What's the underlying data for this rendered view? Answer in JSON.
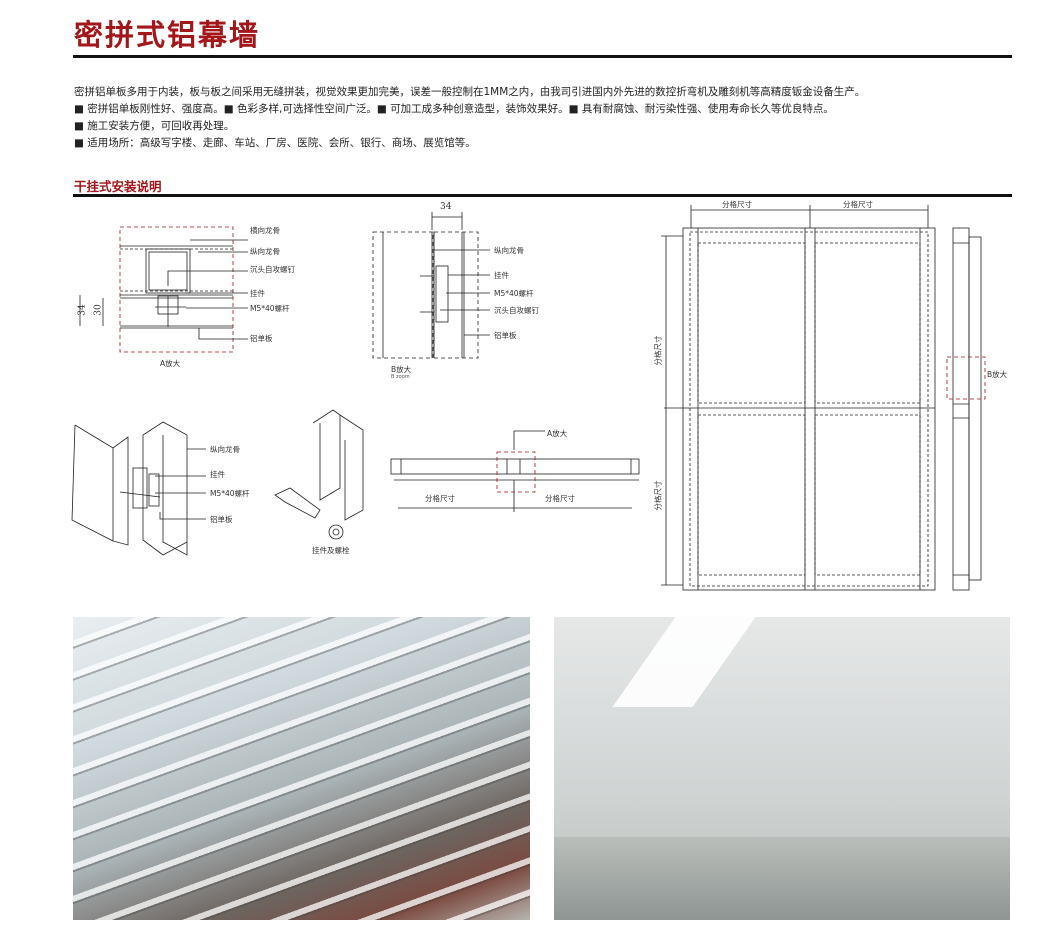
{
  "title": "密拼式铝幕墙",
  "intro": [
    "密拼铝单板多用于内装，板与板之间采用无缝拼装，视觉效果更加完美，误差一般控制在1MM之内，由我司引进国内外先进的数控折弯机及雕刻机等高精度钣金设备生产。",
    "■ 密拼铝单板刚性好、强度高。■ 色彩多样,可选择性空间广泛。■ 可加工成多种创意造型，装饰效果好。■ 具有耐腐蚀、耐污染性强、使用寿命长久等优良特点。",
    "■ 施工安装方便，可回收再处理。",
    "■ 适用场所：高级写字楼、走廊、车站、厂房、医院、会所、银行、商场、展览馆等。"
  ],
  "section_title": "干挂式安装说明",
  "diagram_a": {
    "labels": [
      "横向龙骨",
      "纵向龙骨",
      "沉头自攻螺钉",
      "挂件",
      "M5*40螺杆",
      "铝单板"
    ],
    "caption": "A放大",
    "dim_outer": "34",
    "dim_inner": "30"
  },
  "diagram_b": {
    "labels": [
      "纵向龙骨",
      "挂件",
      "M5*40螺杆",
      "沉头自攻螺钉",
      "铝单板"
    ],
    "caption": "B放大",
    "caption_en": "B zoom",
    "dim": "34"
  },
  "iso": {
    "labels": [
      "纵向龙骨",
      "挂件",
      "M5*40螺杆",
      "铝单板"
    ]
  },
  "parts": {
    "caption": "挂件及螺栓"
  },
  "section": {
    "callout": "A放大",
    "dims": [
      "分格尺寸",
      "分格尺寸"
    ]
  },
  "elevation": {
    "top_dims": [
      "分格尺寸",
      "分格尺寸"
    ],
    "side_dims": [
      "分格尺寸",
      "分格尺寸"
    ],
    "callout": "B放大"
  },
  "colors": {
    "accent": "#a3161a"
  }
}
